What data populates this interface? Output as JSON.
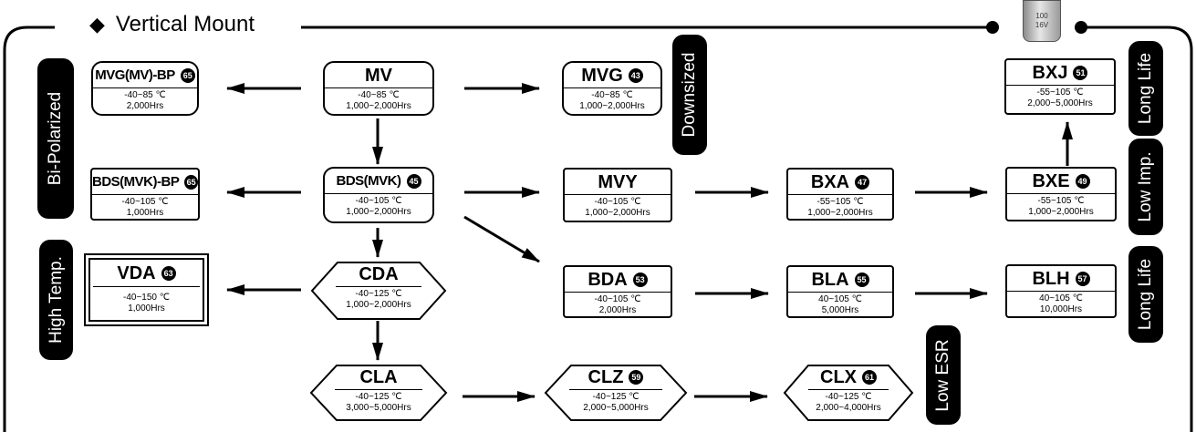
{
  "header": {
    "title": "Vertical Mount"
  },
  "photo": {
    "line1": "100",
    "line2": "16V"
  },
  "nodes": {
    "mvg_bp": {
      "name": "MVG(MV)-BP",
      "badge": "65",
      "temp": "-40~85 ℃",
      "life": "2,000Hrs"
    },
    "mv": {
      "name": "MV",
      "temp": "-40~85 ℃",
      "life": "1,000~2,000Hrs"
    },
    "mvg": {
      "name": "MVG",
      "badge": "43",
      "temp": "-40~85 ℃",
      "life": "1,000~2,000Hrs"
    },
    "bxj": {
      "name": "BXJ",
      "badge": "51",
      "temp": "-55~105 ℃",
      "life": "2,000~5,000Hrs"
    },
    "bds_bp": {
      "name": "BDS(MVK)-BP",
      "badge": "65",
      "temp": "-40~105 ℃",
      "life": "1,000Hrs"
    },
    "bds": {
      "name": "BDS(MVK)",
      "badge": "45",
      "temp": "-40~105 ℃",
      "life": "1,000~2,000Hrs"
    },
    "mvy": {
      "name": "MVY",
      "temp": "-40~105 ℃",
      "life": "1,000~2,000Hrs"
    },
    "bxa": {
      "name": "BXA",
      "badge": "47",
      "temp": "-55~105 ℃",
      "life": "1,000~2,000Hrs"
    },
    "bxe": {
      "name": "BXE",
      "badge": "49",
      "temp": "-55~105 ℃",
      "life": "1,000~2,000Hrs"
    },
    "vda": {
      "name": "VDA",
      "badge": "63",
      "temp": "-40~150 ℃",
      "life": "1,000Hrs"
    },
    "cda": {
      "name": "CDA",
      "temp": "-40~125 ℃",
      "life": "1,000~2,000Hrs"
    },
    "bda": {
      "name": "BDA",
      "badge": "53",
      "temp": "-40~105 ℃",
      "life": "2,000Hrs"
    },
    "bla": {
      "name": "BLA",
      "badge": "55",
      "temp": "40~105 ℃",
      "life": "5,000Hrs"
    },
    "blh": {
      "name": "BLH",
      "badge": "57",
      "temp": "40~105 ℃",
      "life": "10,000Hrs"
    },
    "cla": {
      "name": "CLA",
      "temp": "-40~125 ℃",
      "life": "3,000~5,000Hrs"
    },
    "clz": {
      "name": "CLZ",
      "badge": "59",
      "temp": "-40~125 ℃",
      "life": "2,000~5,000Hrs"
    },
    "clx": {
      "name": "CLX",
      "badge": "61",
      "temp": "-40~125 ℃",
      "life": "2,000~4,000Hrs"
    }
  },
  "tags": {
    "bi_polarized": "Bi-Polarized",
    "high_temp": "High Temp.",
    "downsized": "Downsized",
    "long_life_top": "Long Life",
    "low_imp": "Low Imp.",
    "long_life_bottom": "Long Life",
    "low_esr": "Low ESR"
  }
}
